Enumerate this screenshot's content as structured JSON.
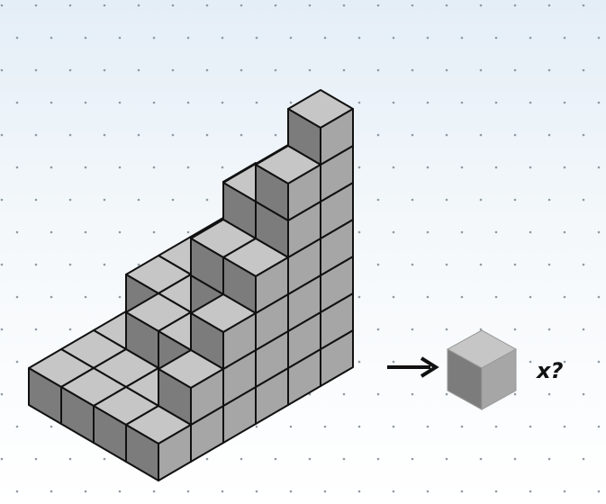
{
  "puzzle": {
    "question_label": "x?"
  },
  "icons": {
    "arrow": "right-arrow-icon",
    "single_cube": "cube-icon"
  },
  "colors": {
    "cube_top": "#c6c6c6",
    "cube_left": "#7c7c7c",
    "cube_right": "#a6a6a6",
    "cube_edge": "#111111",
    "grid_dot": "#8f9aa3"
  },
  "structure": {
    "stack_heights": [
      [
        1,
        2,
        3,
        4,
        6,
        7
      ],
      [
        1,
        1,
        2,
        4,
        5,
        5
      ],
      [
        1,
        1,
        2,
        2,
        3,
        4
      ],
      [
        1,
        1,
        1,
        2,
        2,
        2
      ]
    ]
  }
}
